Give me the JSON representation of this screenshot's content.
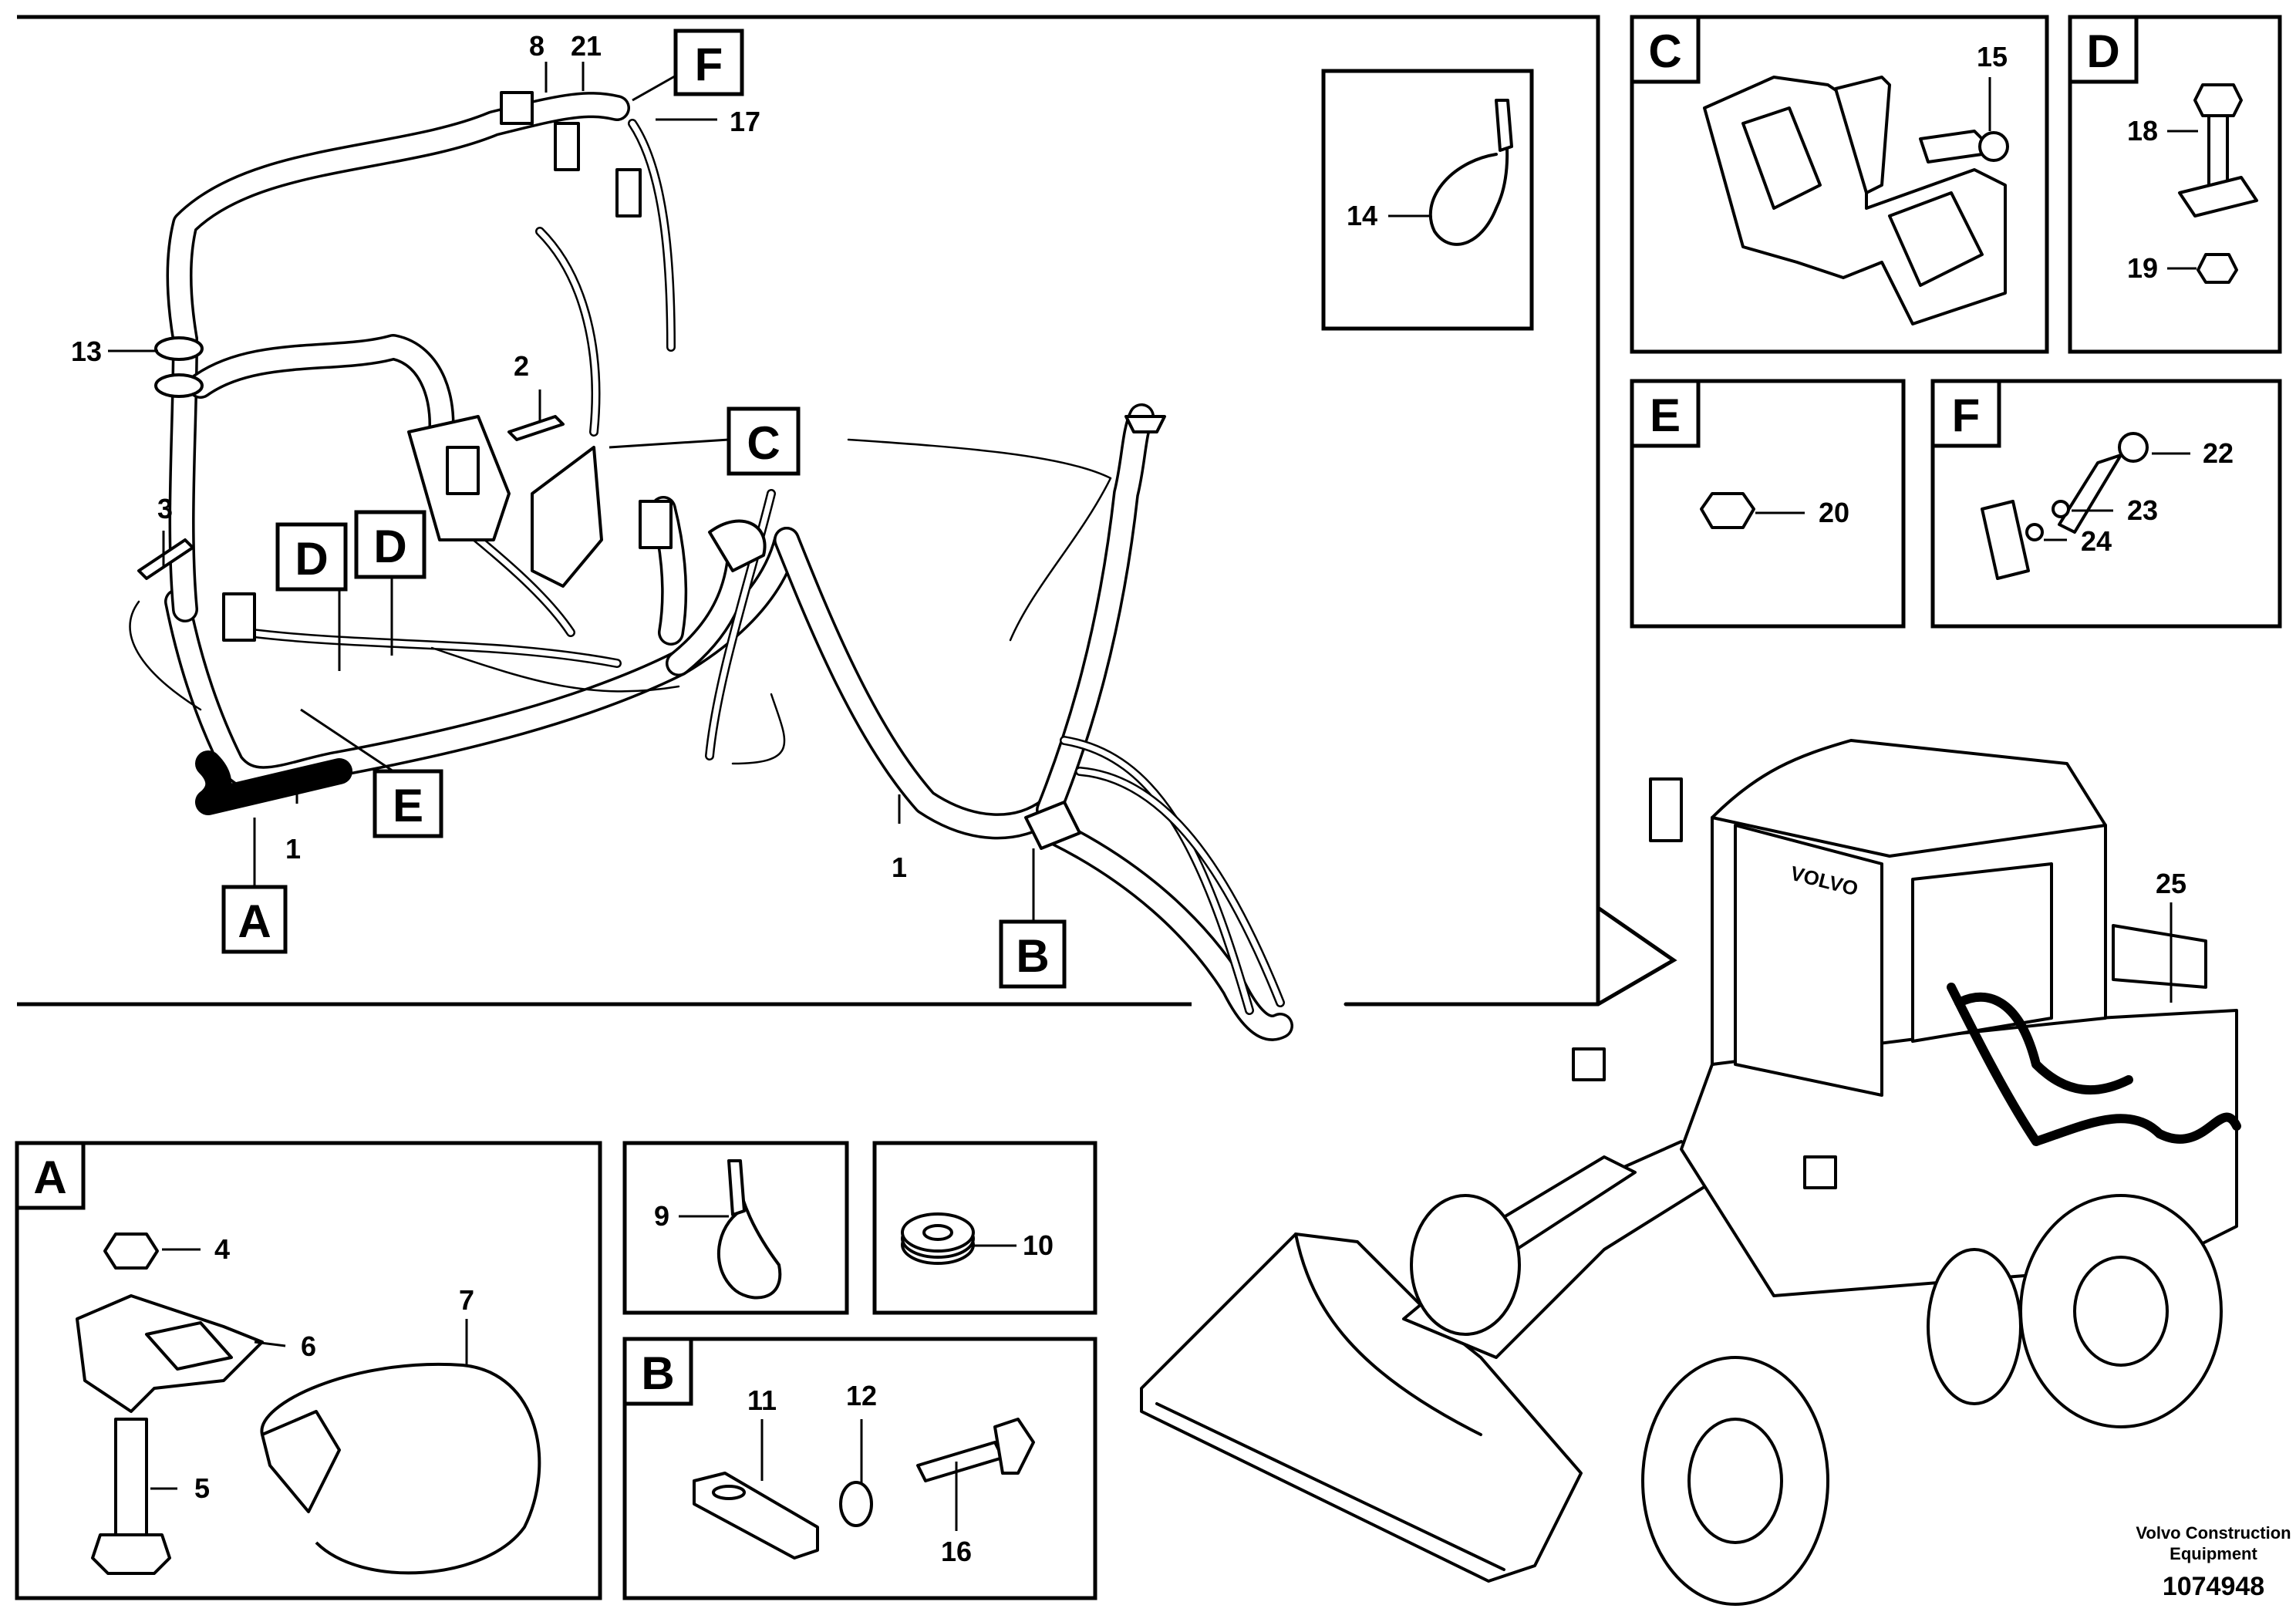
{
  "main_panel": {
    "callouts": [
      "1",
      "1",
      "2",
      "3",
      "8",
      "13",
      "17",
      "21"
    ],
    "section_tags": [
      "A",
      "B",
      "C",
      "D",
      "D",
      "E",
      "F"
    ]
  },
  "detail_panels": [
    {
      "tag": "A",
      "callouts": [
        "4",
        "5",
        "6",
        "7"
      ]
    },
    {
      "tag": "B",
      "callouts": [
        "11",
        "12",
        "16"
      ]
    },
    {
      "tag": "C",
      "callouts": [
        "15"
      ]
    },
    {
      "tag": "D",
      "callouts": [
        "18",
        "19"
      ]
    },
    {
      "tag": "E",
      "callouts": [
        "20"
      ]
    },
    {
      "tag": "F",
      "callouts": [
        "22",
        "23",
        "24"
      ]
    }
  ],
  "single_parts": [
    {
      "callout": "14",
      "part": "cable-tie"
    },
    {
      "callout": "9",
      "part": "cable-tie"
    },
    {
      "callout": "10",
      "part": "grommet"
    }
  ],
  "machine": {
    "callout": "25",
    "brand_text": "VOLVO"
  },
  "footer": {
    "company_line1": "Volvo Construction",
    "company_line2": "Equipment",
    "drawing_number": "1074948"
  }
}
